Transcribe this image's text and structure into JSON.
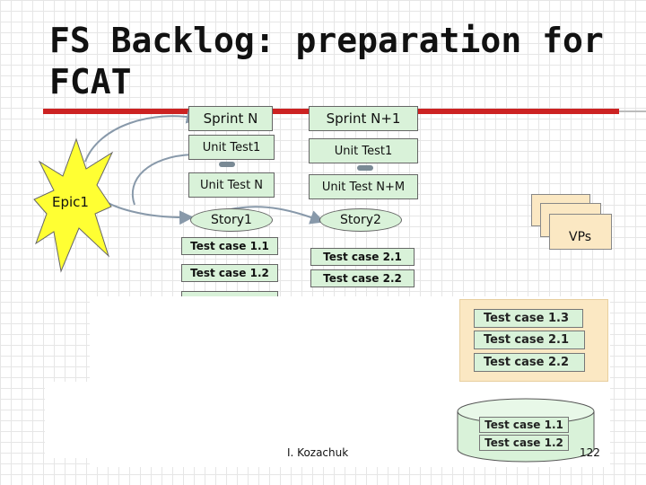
{
  "slide": {
    "title": "FS Backlog: preparation for FCAT",
    "author": "I. Kozachuk",
    "page_number": "122"
  },
  "colors": {
    "accent": "#cc2222",
    "box_fill": "#d9f2d9",
    "epic_fill": "#ffff33",
    "panel_fill": "#fbe8c3"
  },
  "diagram": {
    "epic": "Epic1",
    "sprints": [
      "Sprint N",
      "Sprint N+1"
    ],
    "unit_tests_left": [
      "Unit Test1",
      "Unit Test N"
    ],
    "unit_tests_right": [
      "Unit Test1",
      "Unit Test N+M"
    ],
    "stories": [
      "Story1",
      "Story2"
    ],
    "test_cases_left": [
      "Test case 1.1",
      "Test case 1.2"
    ],
    "test_cases_right": [
      "Test case 2.1",
      "Test case 2.2"
    ],
    "vps_label": "VPs",
    "panel_test_cases": [
      "Test case 1.3",
      "Test case 2.1",
      "Test case 2.2"
    ],
    "db_test_cases": [
      "Test case 1.1",
      "Test case 1.2"
    ]
  }
}
